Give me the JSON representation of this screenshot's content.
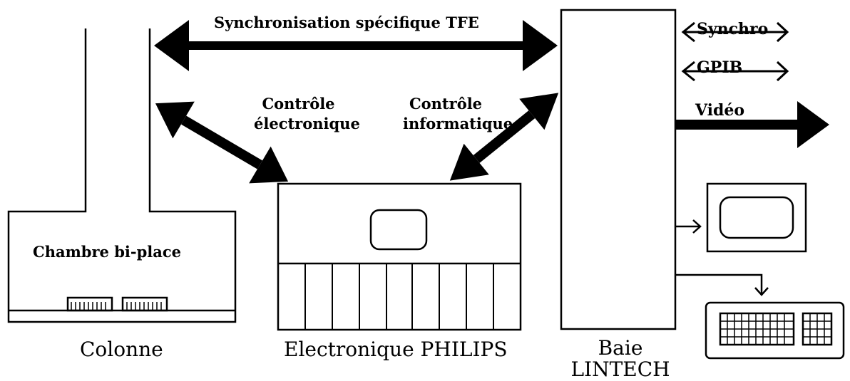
{
  "labels": {
    "sync_tfe": "Synchronisation spécifique TFE",
    "controle_electronique": [
      "Contrôle",
      "électronique"
    ],
    "controle_informatique": [
      "Contrôle",
      "informatique"
    ],
    "synchro": "Synchro",
    "gpib": "GPIB",
    "video": "Vidéo",
    "chambre": "Chambre bi-place",
    "colonne": "Colonne",
    "electronique_philips": "Electronique PHILIPS",
    "baie": [
      "Baie",
      "LINTECH"
    ]
  }
}
